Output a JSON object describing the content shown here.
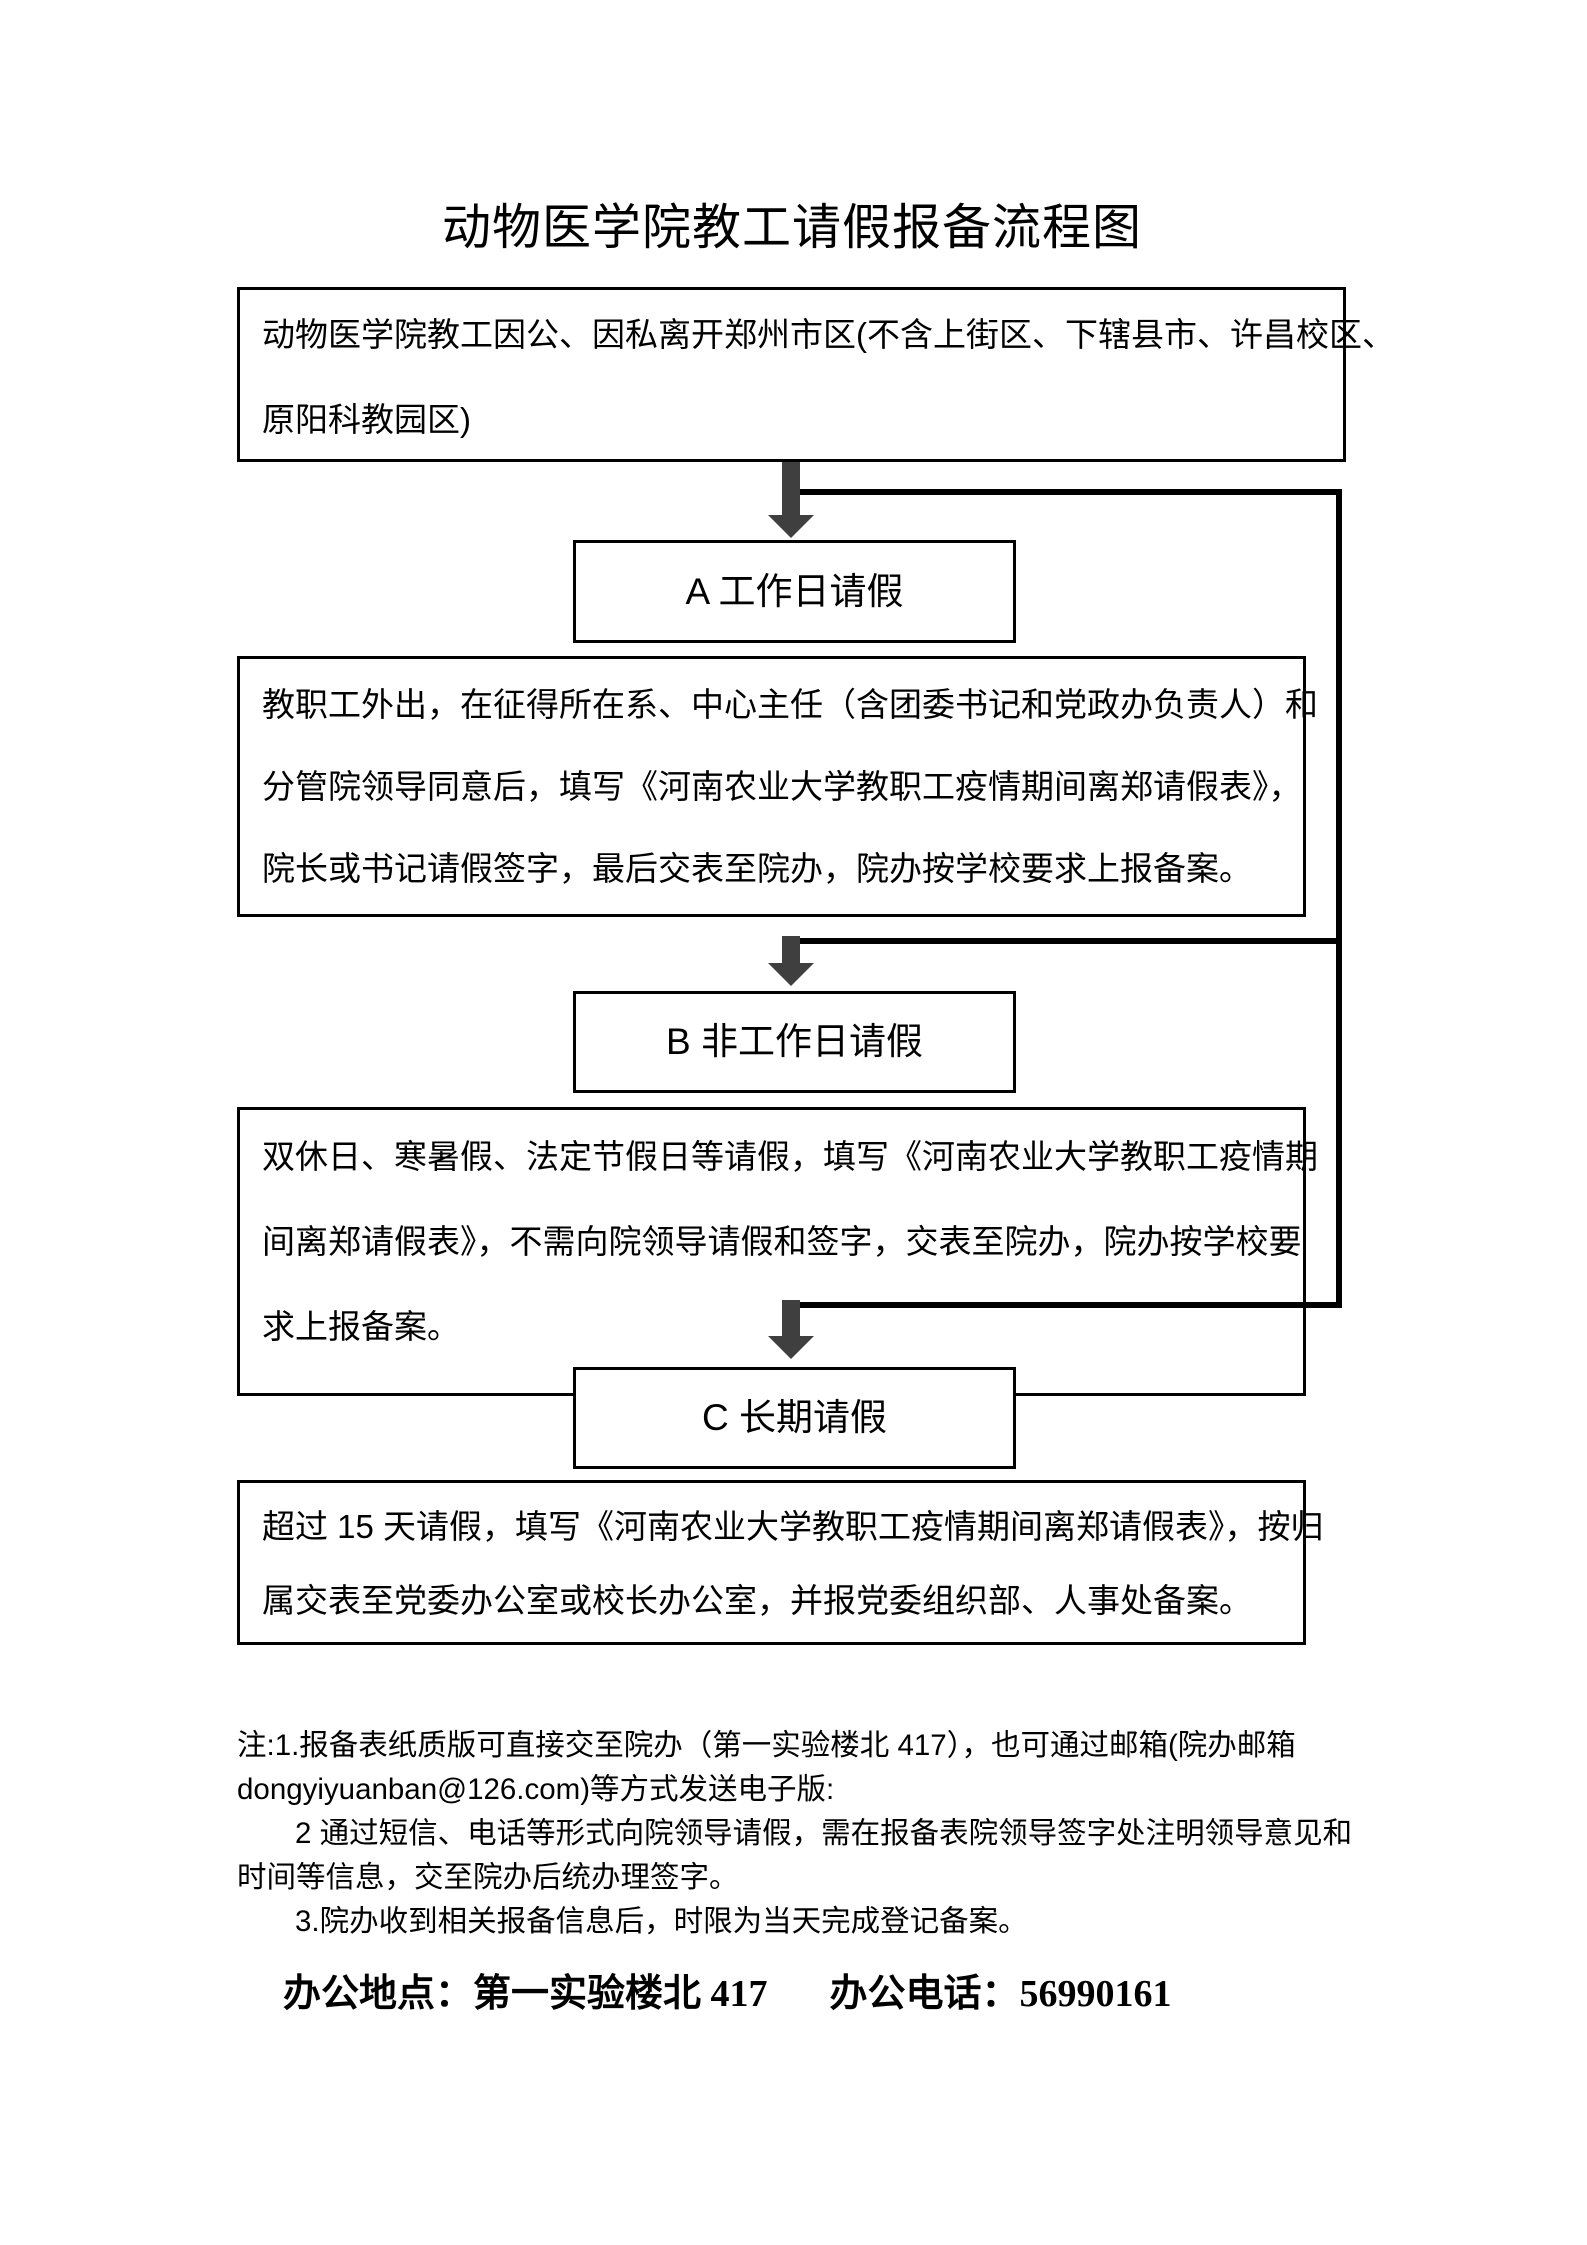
{
  "page": {
    "title": "动物医学院教工请假报备流程图"
  },
  "flow": {
    "start_box": {
      "lines": [
        "动物医学院教工因公、因私离开郑州市区(不含上街区、下辖县市、许昌校区、",
        "原阳科教园区)"
      ]
    },
    "branch_a": {
      "label": "A 工作日请假",
      "desc_lines": [
        "教职工外出，在征得所在系、中心主任（含团委书记和党政办负责人）和",
        "分管院领导同意后，填写《河南农业大学教职工疫情期间离郑请假表》，",
        "院长或书记请假签字，最后交表至院办，院办按学校要求上报备案。"
      ]
    },
    "branch_b": {
      "label": "B 非工作日请假",
      "desc_lines": [
        "双休日、寒暑假、法定节假日等请假，填写《河南农业大学教职工疫情期",
        "间离郑请假表》，不需向院领导请假和签字，交表至院办，院办按学校要",
        "求上报备案。"
      ]
    },
    "branch_c": {
      "label": "C 长期请假",
      "desc_lines": [
        "超过 15 天请假，填写《河南农业大学教职工疫情期间离郑请假表》，按归",
        "属交表至党委办公室或校长办公室，并报党委组织部、人事处备案。"
      ]
    }
  },
  "notes": {
    "line1": "注:1.报备表纸质版可直接交至院办（第一实验楼北 417），也可通过邮箱(院办邮箱",
    "line2": "dongyiyuanban@126.com)等方式发送电子版:",
    "line3": "2 通过短信、电话等形式向院领导请假，需在报备表院领导签字处注明领导意见和",
    "line4": "时间等信息，交至院办后统办理签字。",
    "line5": "3.院办收到相关报备信息后，时限为当天完成登记备案。"
  },
  "footer": {
    "office_location": "办公地点：第一实验楼北 417",
    "office_phone": "办公电话：56990161"
  }
}
